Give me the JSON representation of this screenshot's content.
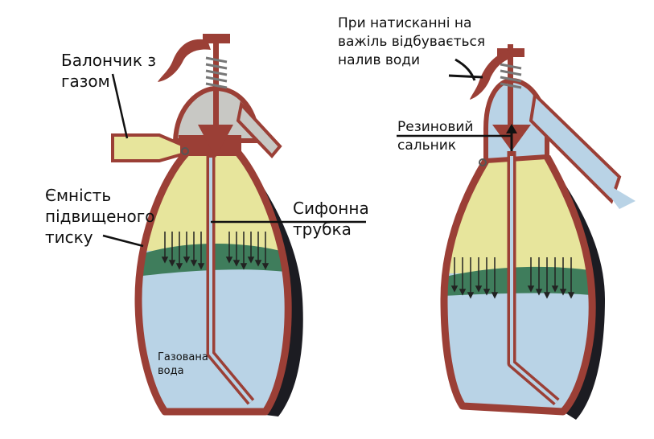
{
  "labels": {
    "gas_cylinder": [
      "Балончик з",
      "газом"
    ],
    "high_pressure_vessel": [
      "Ємність",
      "підвищеного",
      "тиску"
    ],
    "siphon_tube": [
      "Сифонна",
      "трубка"
    ],
    "carbonated_water": [
      "Газована",
      "вода"
    ],
    "lever_note": [
      "При натисканні на",
      "важіль відбувається",
      "налив води"
    ],
    "rubber_seal": [
      "Резиновий",
      "сальник"
    ]
  },
  "colors": {
    "wall": "#9b3f36",
    "dark_side": "#1c1c22",
    "gas": "#e7e59c",
    "water": "#b9d3e6",
    "foam": "#3f7d5c",
    "metal": "#c8c8c4"
  }
}
